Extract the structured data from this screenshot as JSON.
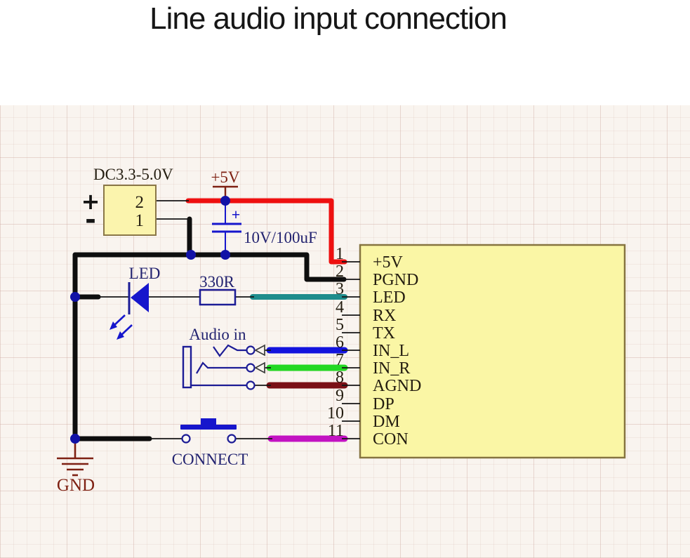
{
  "title": "Line audio input connection",
  "colors": {
    "red_wire": "#ee1010",
    "black_wire": "#0e0e0e",
    "teal_wire": "#1f8c8c",
    "blue_wire": "#1313dd",
    "green_wire": "#23d823",
    "maroon_wire": "#7a1016",
    "magenta_wire": "#c213c2",
    "junction_dot": "#1212a6",
    "component_blue": "#1616cc",
    "ic_fill": "#faf6a5",
    "box_fill": "#fbf4ad"
  },
  "power_supply": {
    "label": "DC3.3-5.0V",
    "plus_sign": "+",
    "minus_sign": "-",
    "pin_top": "2",
    "pin_bottom": "1"
  },
  "power_rail": {
    "label": "+5V"
  },
  "capacitor": {
    "value": "10V/100uF",
    "polarity": "+"
  },
  "led": {
    "label": "LED"
  },
  "resistor": {
    "value": "330R"
  },
  "audio_jack": {
    "label": "Audio in"
  },
  "connect_switch": {
    "label": "CONNECT"
  },
  "ground": {
    "label": "GND"
  },
  "ic": {
    "pins": [
      {
        "num": "1",
        "label": "+5V"
      },
      {
        "num": "2",
        "label": "PGND"
      },
      {
        "num": "3",
        "label": "LED"
      },
      {
        "num": "4",
        "label": "RX"
      },
      {
        "num": "5",
        "label": "TX"
      },
      {
        "num": "6",
        "label": "IN_L"
      },
      {
        "num": "7",
        "label": "IN_R"
      },
      {
        "num": "8",
        "label": "AGND"
      },
      {
        "num": "9",
        "label": "DP"
      },
      {
        "num": "10",
        "label": "DM"
      },
      {
        "num": "11",
        "label": "CON"
      }
    ]
  }
}
